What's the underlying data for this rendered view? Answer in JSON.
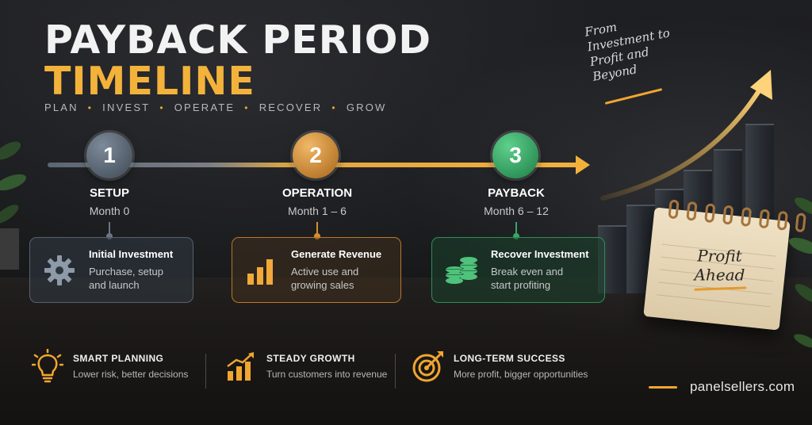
{
  "title": {
    "line1": "PAYBACK PERIOD",
    "line2": "TIMELINE"
  },
  "subtitle": {
    "items": [
      "PLAN",
      "INVEST",
      "OPERATE",
      "RECOVER",
      "GROW"
    ],
    "separator": "•"
  },
  "tagline": "From Investment to Profit and Beyond",
  "steps": [
    {
      "number": "1",
      "name": "SETUP",
      "month": "Month 0",
      "card_title": "Initial Investment",
      "card_desc": "Purchase, setup and launch",
      "icon": "gear-icon",
      "color": "#5b6673"
    },
    {
      "number": "2",
      "name": "OPERATION",
      "month": "Month 1 – 6",
      "card_title": "Generate Revenue",
      "card_desc": "Active use and growing sales",
      "icon": "bar-chart-icon",
      "color": "#e2a642"
    },
    {
      "number": "3",
      "name": "PAYBACK",
      "month": "Month 6 – 12",
      "card_title": "Recover Investment",
      "card_desc": "Break even and start profiting",
      "icon": "coins-icon",
      "color": "#3aa567"
    }
  ],
  "calendar_text": "Profit Ahead",
  "features": [
    {
      "title": "SMART PLANNING",
      "desc": "Lower risk, better decisions",
      "icon": "lightbulb-icon"
    },
    {
      "title": "STEADY GROWTH",
      "desc": "Turn customers into revenue",
      "icon": "growth-chart-icon"
    },
    {
      "title": "LONG-TERM SUCCESS",
      "desc": "More profit, bigger opportunities",
      "icon": "target-icon"
    }
  ],
  "brand": "panelsellers.com",
  "colors": {
    "accent": "#f3b33a",
    "setup": "#5b6673",
    "operation": "#e2a642",
    "payback": "#3aa567",
    "background": "#1c1d20"
  }
}
